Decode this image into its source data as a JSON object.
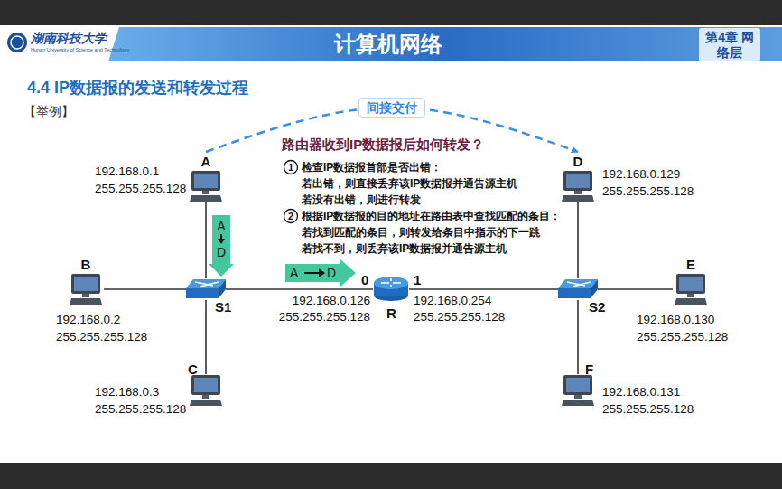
{
  "diagram": {
    "title": "计算机网络",
    "nodes": [
      {
        "text": [
          "A",
          "192.168.0.1 255.255.255.128"
        ]
      },
      {
        "text": [
          "B",
          "192.168.0.2 255.255.255.128"
        ]
      },
      {
        "text": [
          "C",
          "192.168.0.3 255.255.255.128"
        ]
      },
      {
        "text": [
          "S1"
        ]
      },
      {
        "text": [
          "R"
        ]
      },
      {
        "text": [
          "S2"
        ]
      },
      {
        "text": [
          "D",
          "192.168.0.129 255.255.255.128"
        ]
      },
      {
        "text": [
          "E",
          "192.168.0.130 255.255.255.128"
        ]
      },
      {
        "text": [
          "F",
          "192.168.0.131 255.255.255.128"
        ]
      }
    ],
    "edges": [
      {
        "from": 0,
        "to": 3,
        "arrow": "none"
      },
      {
        "from": 1,
        "to": 3,
        "arrow": "none"
      },
      {
        "from": 3,
        "to": 2,
        "arrow": "none"
      },
      {
        "from": 3,
        "to": 4,
        "arrow": "none"
      },
      {
        "from": 4,
        "to": 5,
        "arrow": "none"
      },
      {
        "from": 5,
        "to": 6,
        "arrow": "none"
      },
      {
        "from": 5,
        "to": 7,
        "arrow": "none"
      },
      {
        "from": 5,
        "to": 8,
        "arrow": "none"
      },
      {
        "from": 0,
        "to": 6,
        "label": "间接交付",
        "arrow": "to"
      }
    ],
    "labels": [
      "第4章 网络层",
      "湖南科技大学",
      "Hunan University of Science and Technology",
      "4.4 IP数据报的发送和转发过程",
      "【举例】",
      "路由器收到IP数据报后如何转发？",
      "1",
      "检查IP数据报首部是否出错：",
      "若出错，则直接丢弃该IP数据报并通告源主机",
      "若没有出错，则进行转发",
      "2",
      "根据IP数据报的目的地址在路由表中查找匹配的条目：",
      "若找到匹配的条目，则转发给条目中指示的下一跳",
      "若找不到，则丢弃该IP数据报并通告源主机",
      "A",
      "D",
      "A",
      "D",
      "0",
      "1",
      "192.168.0.126 255.255.255.128",
      "192.168.0.254 255.255.255.128"
    ]
  }
}
